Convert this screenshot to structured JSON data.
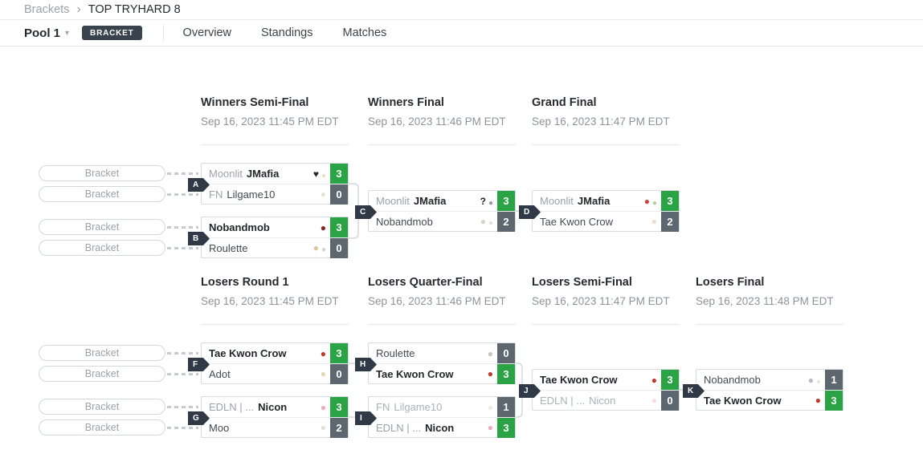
{
  "breadcrumb": {
    "section": "Brackets",
    "separator": "›",
    "title": "TOP TRYHARD 8"
  },
  "toolbar": {
    "pool_label": "Pool 1",
    "caret": "▾",
    "badge": "BRACKET",
    "tabs": [
      "Overview",
      "Standings",
      "Matches"
    ]
  },
  "seed_label": "Bracket",
  "rounds": [
    {
      "title": "Winners Semi-Final",
      "datetime": "Sep 16, 2023 11:45 PM EDT"
    },
    {
      "title": "Winners Final",
      "datetime": "Sep 16, 2023 11:46 PM EDT"
    },
    {
      "title": "Grand Final",
      "datetime": "Sep 16, 2023 11:47 PM EDT"
    },
    {
      "title": "Losers Round 1",
      "datetime": "Sep 16, 2023 11:45 PM EDT"
    },
    {
      "title": "Losers Quarter-Final",
      "datetime": "Sep 16, 2023 11:46 PM EDT"
    },
    {
      "title": "Losers Semi-Final",
      "datetime": "Sep 16, 2023 11:47 PM EDT"
    },
    {
      "title": "Losers Final",
      "datetime": "Sep 16, 2023 11:48 PM EDT"
    }
  ],
  "matches": {
    "A": {
      "label": "A",
      "p1": {
        "prefix": "Moonlit",
        "name": "JMafia",
        "score": "3",
        "icons": [
          {
            "g": "♥",
            "c": "#23272b"
          },
          {
            "g": "●",
            "c": "#dcc390"
          }
        ]
      },
      "p2": {
        "prefix": "FN",
        "name": "Lilgame10",
        "score": "0",
        "icons": [
          {
            "g": "●",
            "c": "#e7e2d8"
          }
        ]
      }
    },
    "B": {
      "label": "B",
      "p1": {
        "prefix": "",
        "name": "Nobandmob",
        "score": "3",
        "icons": [
          {
            "g": "●",
            "c": "#7e2a24"
          }
        ]
      },
      "p2": {
        "prefix": "",
        "name": "Roulette",
        "score": "0",
        "icons": [
          {
            "g": "●",
            "c": "#d9c69b"
          },
          {
            "g": "●",
            "c": "#aeb3ba"
          }
        ]
      }
    },
    "C": {
      "label": "C",
      "p1": {
        "prefix": "Moonlit",
        "name": "JMafia",
        "score": "3",
        "icons": [
          {
            "g": "?",
            "c": "#23272b"
          },
          {
            "g": "●",
            "c": "#4a3d56"
          }
        ]
      },
      "p2": {
        "prefix": "",
        "name": "Nobandmob",
        "score": "2",
        "icons": [
          {
            "g": "●",
            "c": "#d9d2c6"
          },
          {
            "g": "●",
            "c": "#c4c8ce"
          }
        ]
      }
    },
    "D": {
      "label": "D",
      "p1": {
        "prefix": "Moonlit",
        "name": "JMafia",
        "score": "3",
        "icons": [
          {
            "g": "●",
            "c": "#c44b3c"
          },
          {
            "g": "●",
            "c": "#67a84f"
          }
        ]
      },
      "p2": {
        "prefix": "",
        "name": "Tae Kwon Crow",
        "score": "2",
        "icons": [
          {
            "g": "●",
            "c": "#ecdcd2"
          }
        ]
      }
    },
    "F": {
      "label": "F",
      "p1": {
        "prefix": "",
        "name": "Tae Kwon Crow",
        "score": "3",
        "icons": [
          {
            "g": "●",
            "c": "#c03a2b"
          }
        ]
      },
      "p2": {
        "prefix": "",
        "name": "Adot",
        "score": "0",
        "icons": [
          {
            "g": "●",
            "c": "#e4d7ae"
          }
        ]
      }
    },
    "G": {
      "label": "G",
      "p1": {
        "prefix": "EDLN | ...",
        "name": "Nicon",
        "score": "3",
        "icons": [
          {
            "g": "●",
            "c": "#efaab8"
          }
        ]
      },
      "p2": {
        "prefix": "",
        "name": "Moo",
        "score": "2",
        "icons": [
          {
            "g": "●",
            "c": "#e4e0d8"
          }
        ]
      }
    },
    "H": {
      "label": "H",
      "p1": {
        "prefix": "",
        "name": "Roulette",
        "score": "0",
        "icons": [
          {
            "g": "●",
            "c": "#c9c4ba"
          }
        ]
      },
      "p2": {
        "prefix": "",
        "name": "Tae Kwon Crow",
        "score": "3",
        "icons": [
          {
            "g": "●",
            "c": "#c03a2b"
          }
        ]
      }
    },
    "I": {
      "label": "I",
      "p1": {
        "prefix": "FN",
        "name": "Lilgame10",
        "score": "1",
        "icons": [
          {
            "g": "●",
            "c": "#edeae4"
          }
        ]
      },
      "p2": {
        "prefix": "EDLN | ...",
        "name": "Nicon",
        "score": "3",
        "icons": [
          {
            "g": "●",
            "c": "#efaab8"
          }
        ]
      }
    },
    "J": {
      "label": "J",
      "p1": {
        "prefix": "",
        "name": "Tae Kwon Crow",
        "score": "3",
        "icons": [
          {
            "g": "●",
            "c": "#c03a2b"
          }
        ]
      },
      "p2": {
        "prefix": "EDLN | ...",
        "name": "Nicon",
        "score": "0",
        "icons": [
          {
            "g": "●",
            "c": "#f6dde2"
          }
        ]
      }
    },
    "K": {
      "label": "K",
      "p1": {
        "prefix": "",
        "name": "Nobandmob",
        "score": "1",
        "icons": [
          {
            "g": "●",
            "c": "#b6bac0"
          },
          {
            "g": "●",
            "c": "#dcd0b6"
          }
        ]
      },
      "p2": {
        "prefix": "",
        "name": "Tae Kwon Crow",
        "score": "3",
        "icons": [
          {
            "g": "●",
            "c": "#c03a2b"
          }
        ]
      }
    }
  },
  "colors": {
    "win_score": "#2aa344",
    "loss_score": "#5d6770",
    "tag": "#2f3a46"
  }
}
